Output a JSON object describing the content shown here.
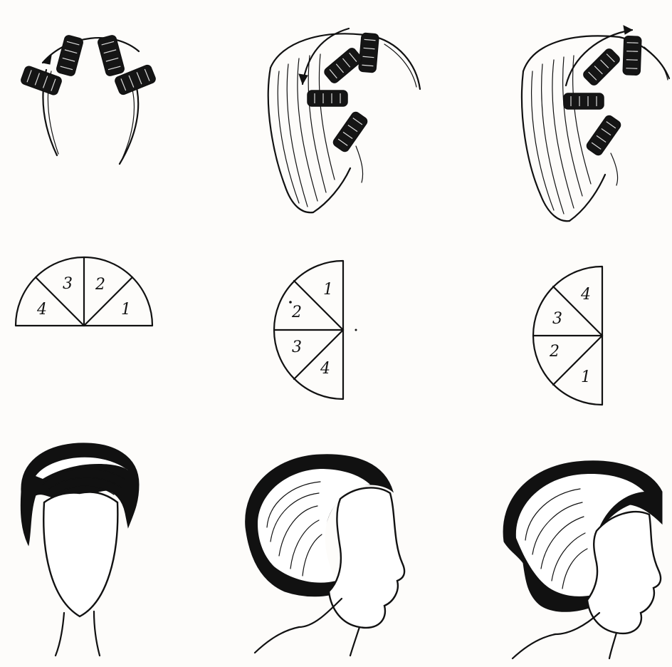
{
  "diagrams": [
    {
      "id": "front",
      "sector_labels": [
        "1",
        "2",
        "3",
        "4"
      ]
    },
    {
      "id": "side-a",
      "sector_labels": [
        "1",
        "2",
        "3",
        "4"
      ]
    },
    {
      "id": "side-b",
      "sector_labels": [
        "4",
        "3",
        "2",
        "1"
      ]
    }
  ],
  "colors": {
    "ink": "#111111",
    "paper": "#fdfcfa"
  }
}
